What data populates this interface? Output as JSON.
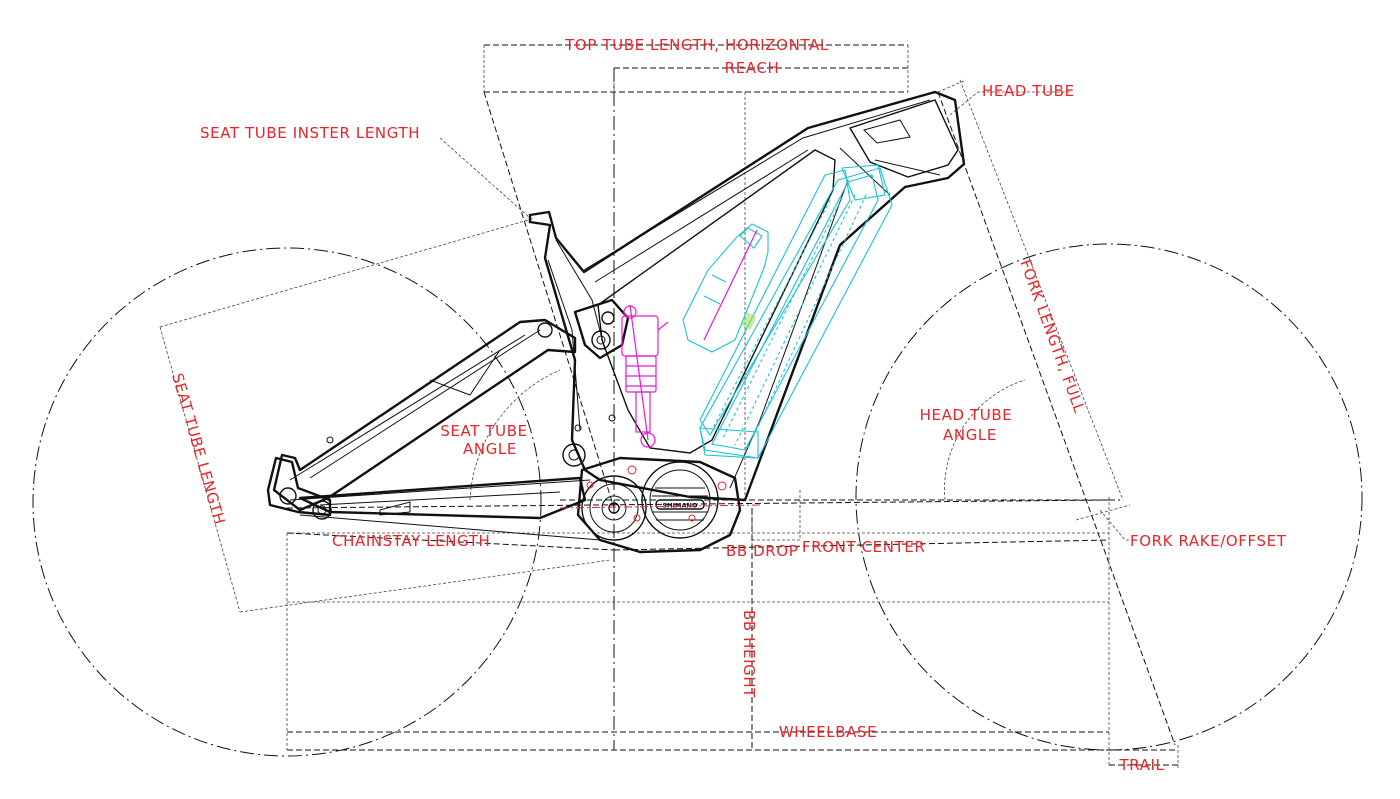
{
  "colors": {
    "label": "#e8242a",
    "battery": "#19c3d6",
    "shock": "#e81ad6",
    "highlight": "#9ee05a"
  },
  "motor": {
    "brand": "SHIMANO"
  },
  "labels": {
    "top_tube_length": "TOP TUBE LENGTH, HORIZONTAL",
    "reach": "REACH",
    "head_tube": "HEAD TUBE",
    "seat_tube_insert": "SEAT TUBE INSTER LENGTH",
    "fork_length": "FORK LENGTH, FULL",
    "seat_tube_length": "SEAT TUBE LENGTH",
    "seat_tube_angle_1": "SEAT TUBE",
    "seat_tube_angle_2": "ANGLE",
    "head_tube_angle_1": "HEAD TUBE",
    "head_tube_angle_2": "ANGLE",
    "chainstay_length": "CHAINSTAY LENGTH",
    "bb_drop": "BB DROP",
    "front_center": "FRONT CENTER",
    "fork_rake": "FORK RAKE/OFFSET",
    "bb_height": "BB HEIGHT",
    "wheelbase": "WHEELBASE",
    "trail": "TRAIL"
  }
}
